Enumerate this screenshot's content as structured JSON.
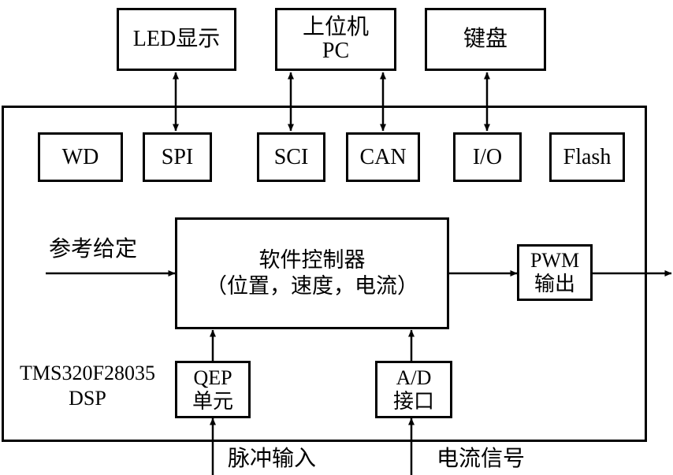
{
  "external": {
    "led": "LED显示",
    "pc_line1": "上位机",
    "pc_line2": "PC",
    "keyboard": "键盘"
  },
  "peripherals": {
    "wd": "WD",
    "spi": "SPI",
    "sci": "SCI",
    "can": "CAN",
    "io": "I/O",
    "flash": "Flash"
  },
  "controller": {
    "line1": "软件控制器",
    "line2": "（位置，速度，电流）"
  },
  "pwm": {
    "line1": "PWM",
    "line2": "输出"
  },
  "qep": {
    "line1": "QEP",
    "line2": "单元"
  },
  "adc": {
    "line1": "A/D",
    "line2": "接口"
  },
  "dsp": {
    "line1": "TMS320F28035",
    "line2": "DSP"
  },
  "signals": {
    "reference": "参考给定",
    "pulse_input": "脉冲输入",
    "current_signal": "电流信号"
  }
}
